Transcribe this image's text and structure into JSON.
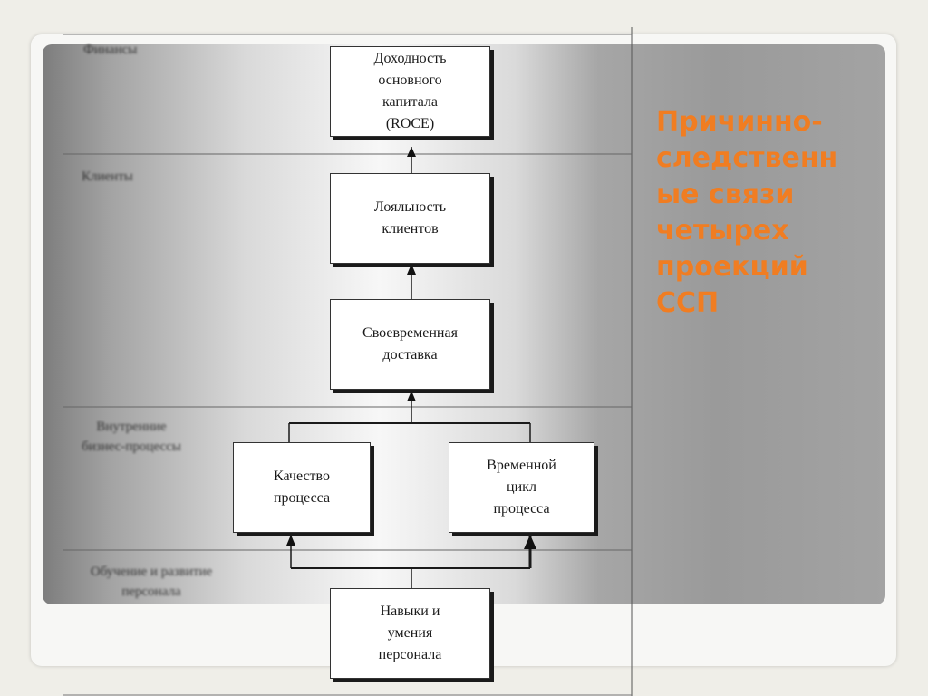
{
  "slide": {
    "title": "Причинно-\nследственн\nые связи\nчетырех\nпроекций\nССП"
  },
  "zones": {
    "financial": "Финансы",
    "customers": "Клиенты",
    "internal": "Внутренние\nбизнес-процессы",
    "learning": "Обучение и развитие\nперсонала"
  },
  "boxes": {
    "roce": "Доходность\nосновного\nкапитала\n(ROCE)",
    "loyalty": "Лояльность\nклиентов",
    "delivery": "Своевременная\nдоставка",
    "quality": "Качество\nпроцесса",
    "cycle": "Временной\nцикл\nпроцесса",
    "skills": "Навыки и\nумения\nперсонала"
  }
}
